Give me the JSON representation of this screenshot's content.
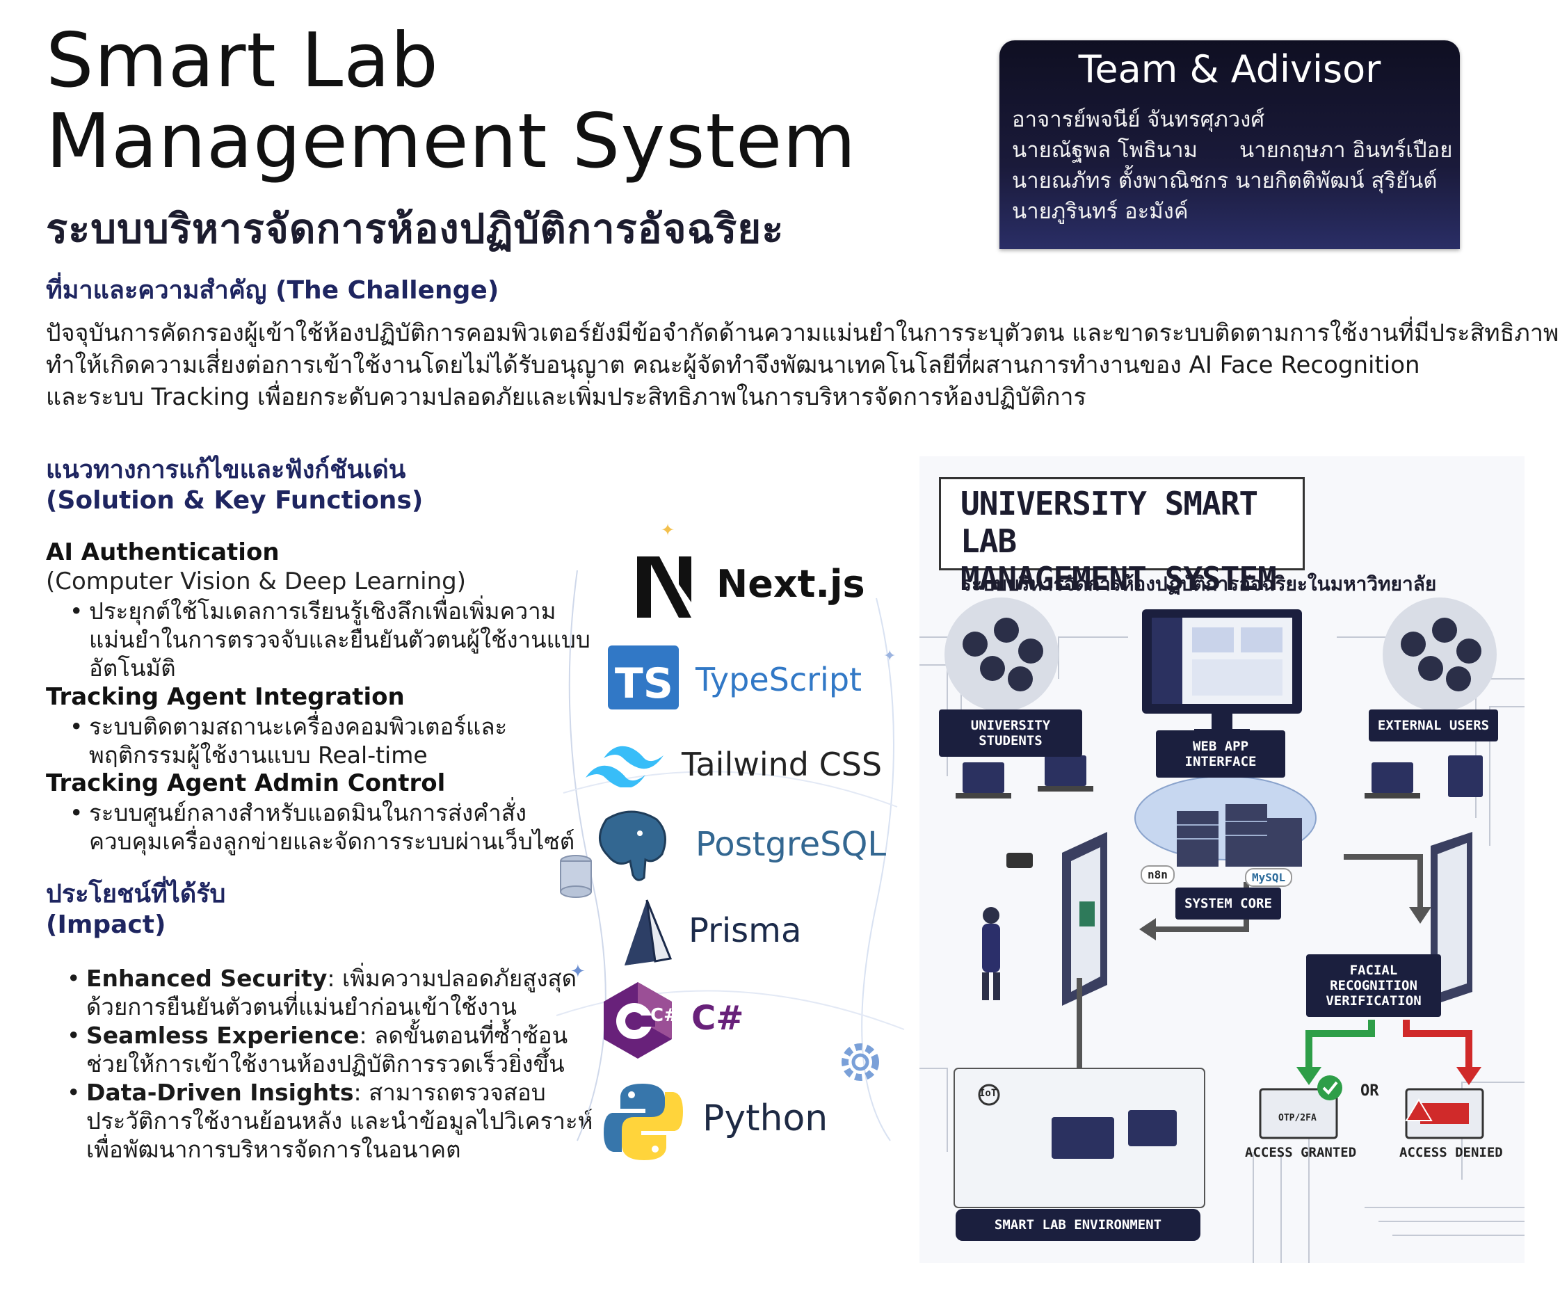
{
  "header": {
    "title_line1": "Smart Lab",
    "title_line2": "Management System",
    "title_th": "ระบบบริหารจัดการห้องปฏิบัติการอัจฉริยะ"
  },
  "team": {
    "title": "Team & Adivisor",
    "advisor": "อาจารย์พจนีย์ จันทรศุภวงศ์",
    "members_row1_left": "นายณัฐพล โพธินาม",
    "members_row1_right": "นายกฤษภา อินทร์เปือย",
    "members_row2": "นายณภัทร ตั้งพาณิชกร นายกิตติพัฒน์ สุริยันต์",
    "members_row3": "นายภูรินทร์ อะมังค์"
  },
  "challenge": {
    "heading": "ที่มาและความสำคัญ (The Challenge)",
    "line1": "ปัจจุบันการคัดกรองผู้เข้าใช้ห้องปฏิบัติการคอมพิวเตอร์ยังมีข้อจำกัดด้านความแม่นยำในการระบุตัวตน และขาดระบบติดตามการใช้งานที่มีประสิทธิภาพ",
    "line2": "ทำให้เกิดความเสี่ยงต่อการเข้าใช้งานโดยไม่ได้รับอนุญาต คณะผู้จัดทำจึงพัฒนาเทคโนโลยีที่ผสานการทำงานของ AI Face Recognition",
    "line3": "และระบบ Tracking เพื่อยกระดับความปลอดภัยและเพิ่มประสิทธิภาพในการบริหารจัดการห้องปฏิบัติการ"
  },
  "solution": {
    "heading_line1": "แนวทางการแก้ไขและฟังก์ชันเด่น",
    "heading_line2": "(Solution & Key Functions)",
    "ai_title": "AI Authentication",
    "ai_sub": "(Computer Vision & Deep Learning)",
    "ai_b1": "ประยุกต์ใช้โมเดลการเรียนรู้เชิงลึกเพื่อเพิ่มความ",
    "ai_b2": "แม่นยำในการตรวจจับและยืนยันตัวตนผู้ใช้งานแบบ",
    "ai_b3": "อัตโนมัติ",
    "track_title": "Tracking Agent Integration",
    "track_b1": "ระบบติดตามสถานะเครื่องคอมพิวเตอร์และ",
    "track_b2": "พฤติกรรมผู้ใช้งานแบบ Real-time",
    "admin_title": "Tracking Agent Admin Control",
    "admin_b1": "ระบบศูนย์กลางสำหรับแอดมินในการส่งคำสั่ง",
    "admin_b2": "ควบคุมเครื่องลูกข่ายและจัดการระบบผ่านเว็บไซต์"
  },
  "impact": {
    "heading_line1": "ประโยชน์ที่ได้รับ",
    "heading_line2": "(Impact)",
    "items": [
      {
        "bold": "Enhanced Security",
        "text": ": เพิ่มความปลอดภัยสูงสุด",
        "cont": "ด้วยการยืนยันตัวตนที่แม่นยำก่อนเข้าใช้งาน"
      },
      {
        "bold": "Seamless Experience",
        "text": ": ลดขั้นตอนที่ซ้ำซ้อน",
        "cont": "ช่วยให้การเข้าใช้งานห้องปฏิบัติการรวดเร็วยิ่งขึ้น"
      },
      {
        "bold": "Data-Driven Insights",
        "text": ": สามารถตรวจสอบ",
        "cont": "ประวัติการใช้งานย้อนหลัง และนำข้อมูลไปวิเคราะห์",
        "cont2": "เพื่อพัฒนาการบริหารจัดการในอนาคต"
      }
    ]
  },
  "tech": {
    "nextjs": "Next.js",
    "ts_badge": "TS",
    "typescript": "TypeScript",
    "tailwind": "Tailwind CSS",
    "postgres": "PostgreSQL",
    "prisma": "Prisma",
    "csharp_badge": "C#",
    "csharp": "C#",
    "python": "Python"
  },
  "diagram": {
    "title_line1": "UNIVERSITY SMART LAB",
    "title_line2": "MANAGEMENT SYSTEM",
    "title_th": "ระบบบริหารจัดการห้องปฏิบัติการอัจฉริยะในมหาวิทยาลัย",
    "students": "UNIVERSITY STUDENTS",
    "webapp": "WEB APP INTERFACE",
    "external": "EXTERNAL USERS",
    "core": "SYSTEM CORE",
    "n8n": "n8n",
    "mysql": "MySQL",
    "facial_line1": "FACIAL RECOGNITION",
    "facial_line2": "VERIFICATION",
    "granted": "ACCESS GRANTED",
    "or": "OR",
    "denied": "ACCESS DENIED",
    "otp": "OTP/2FA",
    "iot": "IoT",
    "env": "SMART LAB ENVIRONMENT"
  },
  "colors": {
    "heading_navy": "#1e2560",
    "panel_dark": "#141430",
    "ts_blue": "#3178c6",
    "tailwind_teal": "#38bdf8",
    "postgres_blue": "#336791",
    "csharp_purple": "#68217a",
    "python_blue": "#3776ab",
    "python_yellow": "#ffd43b",
    "granted_green": "#2e9e48",
    "denied_red": "#d02a2a"
  }
}
